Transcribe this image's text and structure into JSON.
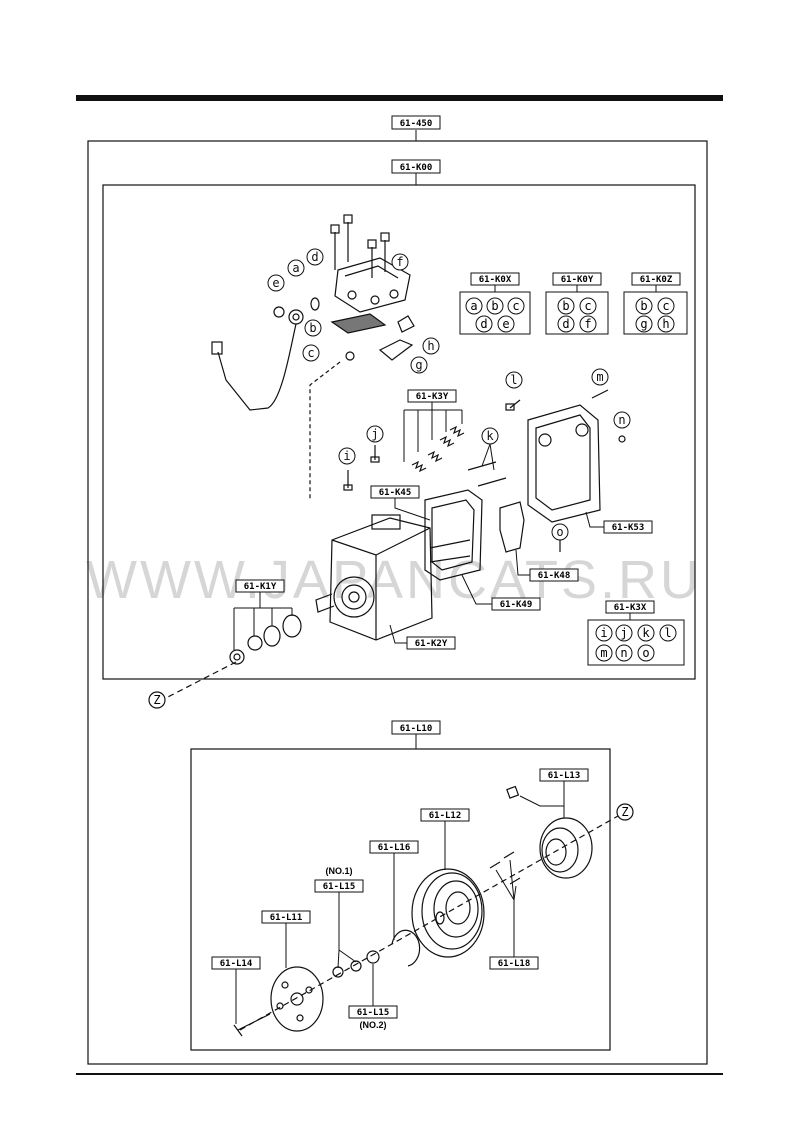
{
  "diagram": {
    "top_label": "61-450",
    "upper_box_label": "61-K00",
    "lower_box_label": "61-L10",
    "part_labels": {
      "k0x": "61-K0X",
      "k0y": "61-K0Y",
      "k0z": "61-K0Z",
      "k3y": "61-K3Y",
      "k45": "61-K45",
      "k1y": "61-K1Y",
      "k53": "61-K53",
      "k48": "61-K48",
      "k49": "61-K49",
      "k2y": "61-K2Y",
      "k3x": "61-K3X",
      "l13": "61-L13",
      "l12": "61-L12",
      "l16": "61-L16",
      "l15a": "61-L15",
      "l11": "61-L11",
      "l14": "61-L14",
      "l15b": "61-L15",
      "l18": "61-L18"
    },
    "notes": {
      "no1": "(NO.1)",
      "no2": "(NO.2)"
    },
    "ref_z": "Z",
    "kits": {
      "k0x": [
        "a",
        "b",
        "c",
        "d",
        "e"
      ],
      "k0y": [
        "b",
        "c",
        "d",
        "f"
      ],
      "k0z": [
        "b",
        "c",
        "g",
        "h"
      ],
      "k3x": [
        "i",
        "j",
        "k",
        "l",
        "m",
        "n",
        "o"
      ]
    },
    "callouts": {
      "a": "a",
      "b": "b",
      "c": "c",
      "d": "d",
      "e": "e",
      "f": "f",
      "g": "g",
      "h": "h",
      "i": "i",
      "j": "j",
      "k": "k",
      "l": "l",
      "m": "m",
      "n": "n",
      "o": "o"
    },
    "watermark": "WWW.JAPANCATS.RU"
  }
}
